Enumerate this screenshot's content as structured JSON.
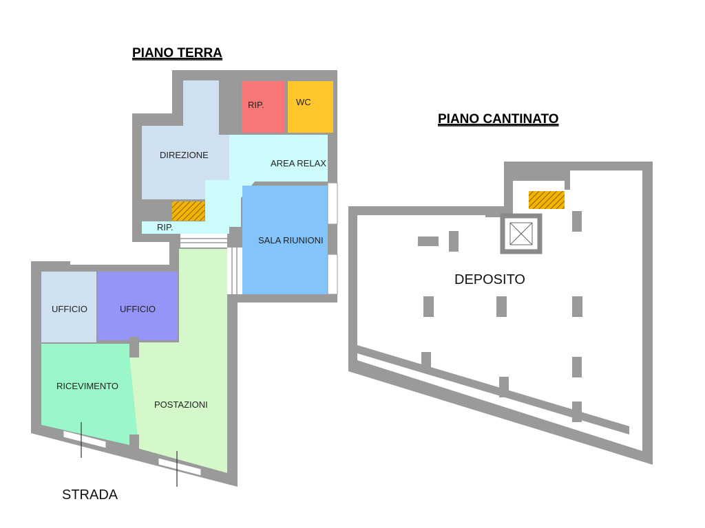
{
  "headings": {
    "ground_floor": "PIANO TERRA",
    "basement": "PIANO CANTINATO"
  },
  "rooms": {
    "direzione": "DIREZIONE",
    "rip_top": "RIP.",
    "wc": "WC",
    "area_relax": "AREA RELAX",
    "rip_bottom": "RIP.",
    "sala_riunioni": "SALA RIUNIONI",
    "ufficio_left": "UFFICIO",
    "ufficio_right": "UFFICIO",
    "ricevimento": "RICEVIMENTO",
    "postazioni": "POSTAZIONI",
    "deposito": "DEPOSITO"
  },
  "street": "STRADA",
  "colors": {
    "wall": "#9a9a9a",
    "direzione": "#cfe1f1",
    "rip": "#f87777",
    "wc": "#ffc72c",
    "area_relax": "#ccfcfc",
    "sala_riunioni": "#83c4fb",
    "ufficio_light": "#cfe1f1",
    "ufficio_purple": "#9595f7",
    "ricevimento": "#99f7c9",
    "postazioni": "#d5f8cb",
    "stairs": "#f0b300"
  }
}
